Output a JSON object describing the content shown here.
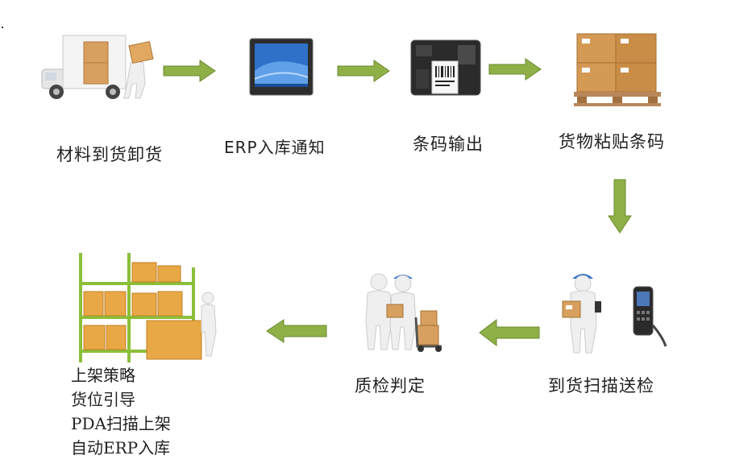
{
  "steps": {
    "unload": {
      "label": "材料到货卸货",
      "icon": "truck-unloading-icon"
    },
    "erp_notice": {
      "label": "ERP入库通知",
      "icon": "monitor-icon"
    },
    "barcode_output": {
      "label": "条码输出",
      "icon": "barcode-printer-icon"
    },
    "label_goods": {
      "label": "货物粘贴条码",
      "icon": "pallet-boxes-icon"
    },
    "scan_inspect": {
      "label": "到货扫描送检",
      "icon": "worker-pda-icon"
    },
    "quality_check": {
      "label": "质检判定",
      "icon": "inspection-workers-icon"
    },
    "putaway": {
      "lines": [
        "上架策略",
        "货位引导",
        "PDA扫描上架",
        "自动ERP入库"
      ],
      "icon": "warehouse-rack-icon"
    }
  },
  "colors": {
    "arrow": "#8fb046",
    "arrow_border": "#6b8b2e",
    "box": "#e8a845",
    "box_dark": "#c07f25",
    "figure": "#ededed"
  }
}
